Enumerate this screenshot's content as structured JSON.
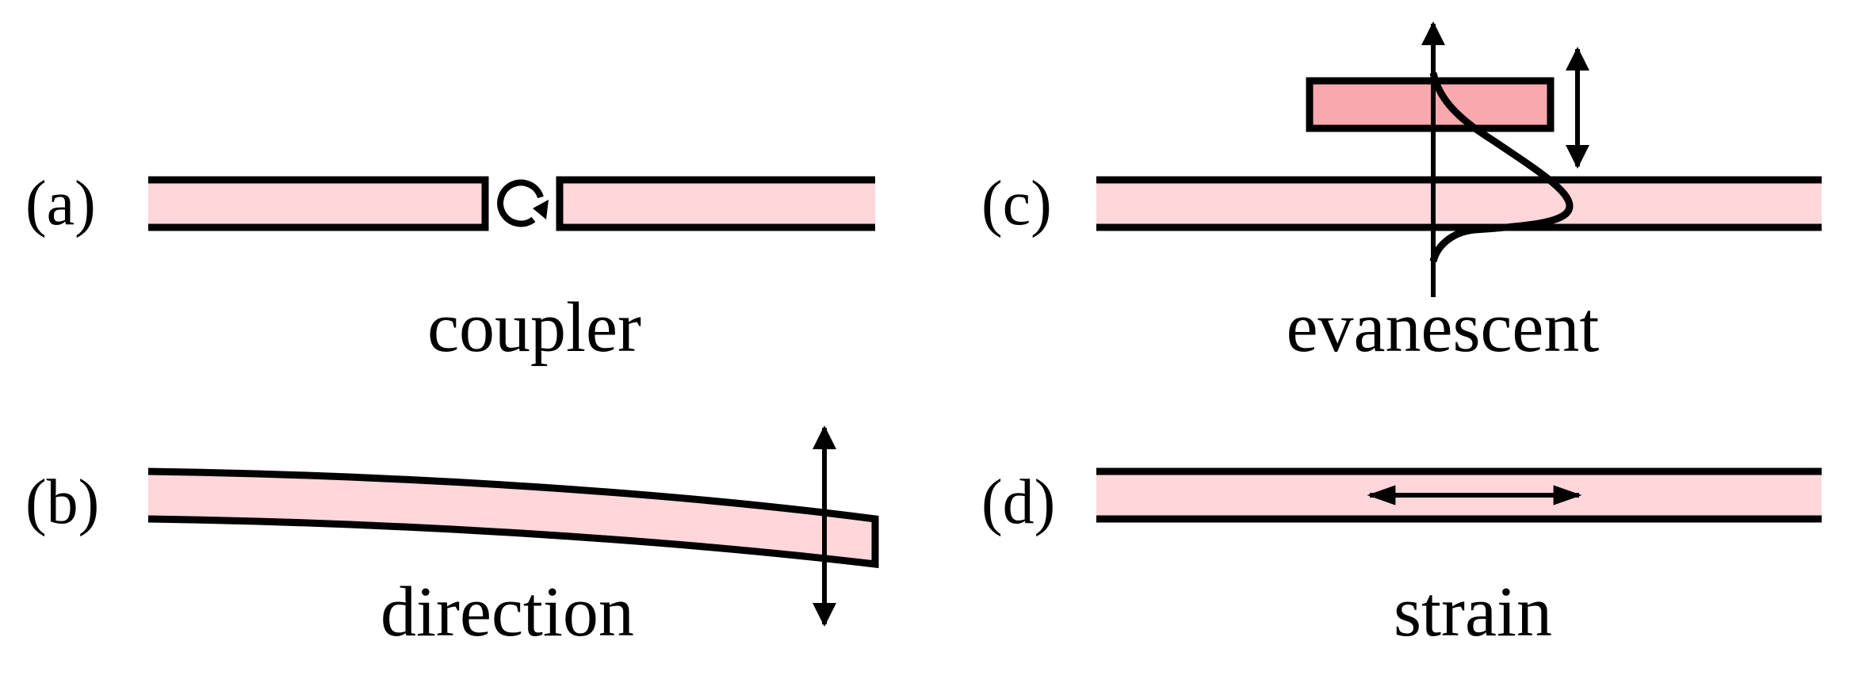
{
  "panels": {
    "a": {
      "label": "(a)",
      "caption": "coupler"
    },
    "b": {
      "label": "(b)",
      "caption": "direction"
    },
    "c": {
      "label": "(c)",
      "caption": "evanescent"
    },
    "d": {
      "label": "(d)",
      "caption": "strain"
    }
  },
  "colors": {
    "waveguide": "#ffd6d9",
    "probe_block": "#f9a9ad",
    "stroke": "#000000"
  }
}
